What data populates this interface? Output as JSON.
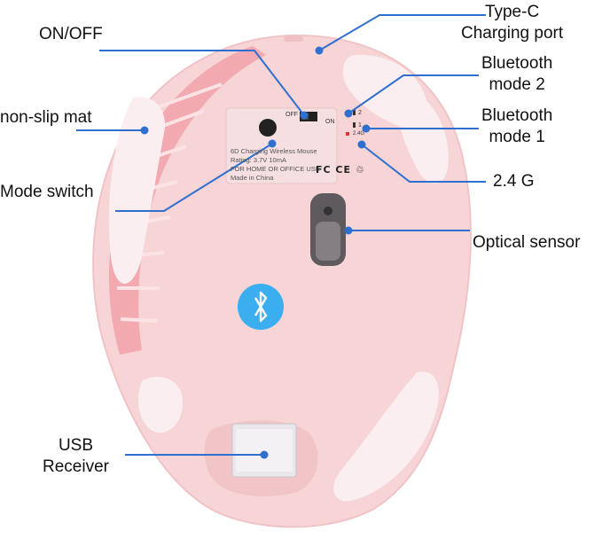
{
  "callouts": {
    "type_c": [
      "Type-C",
      "Charging port"
    ],
    "on_off": "ON/OFF",
    "bt_mode_2": [
      "Bluetooth",
      "mode 2"
    ],
    "non_slip_mat": "non-slip mat",
    "bt_mode_1": [
      "Bluetooth",
      "mode 1"
    ],
    "mode_switch": "Mode switch",
    "g24": "2.4 G",
    "optical_sensor": "Optical sensor",
    "usb_receiver": [
      "USB",
      "Receiver"
    ]
  },
  "switch_labels": {
    "off": "OFF",
    "on": "ON"
  },
  "indicator_labels": [
    "2",
    "1",
    "2.4G"
  ],
  "sticker_lines": [
    "6D Charging Wireless Mouse",
    "Rating: 3.7V 10mA",
    "FOR HOME OR OFFICE USE",
    "Made in China"
  ],
  "cert_marks": "FC CE ♲",
  "colors": {
    "mouse_body": "#f7d4d6",
    "mouse_shadow": "#f0b8bc",
    "pads": "#fbeef0",
    "callout_line": "#2f6fcf",
    "bluetooth_badge": "#3aaeef"
  }
}
